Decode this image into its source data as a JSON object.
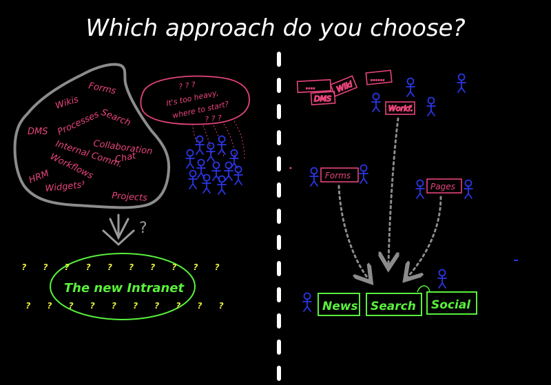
{
  "title": "Which approach do you choose?",
  "left": {
    "cloud_terms": [
      "Forms",
      "Wikis",
      "Search",
      "DMS",
      "Processes",
      "Collaboration",
      "Internal Comm.",
      "Chat",
      "Workflows",
      "HRM",
      "Widgets³",
      "Projects"
    ],
    "speech_lines": [
      "? ? ?",
      "It's too heavy,",
      "where to start?",
      "? ? ?"
    ],
    "question_mark": "?",
    "intranet": {
      "label": "The new Intranet",
      "question_marks": "? ? ? ? ? ? ? ? ? ?"
    }
  },
  "right": {
    "small_boxes": [
      "....",
      "DMS",
      "Wiki",
      "......",
      "Workf."
    ],
    "forms_label": "Forms",
    "pages_label": "Pages",
    "bottom_boxes": [
      "News",
      "Search",
      "Social"
    ]
  },
  "colors": {
    "background": "#000000",
    "title": "#ffffff",
    "pink": "#e8457a",
    "green": "#59f03c",
    "blue": "#2a36e6",
    "gray": "#8c8c8c"
  }
}
